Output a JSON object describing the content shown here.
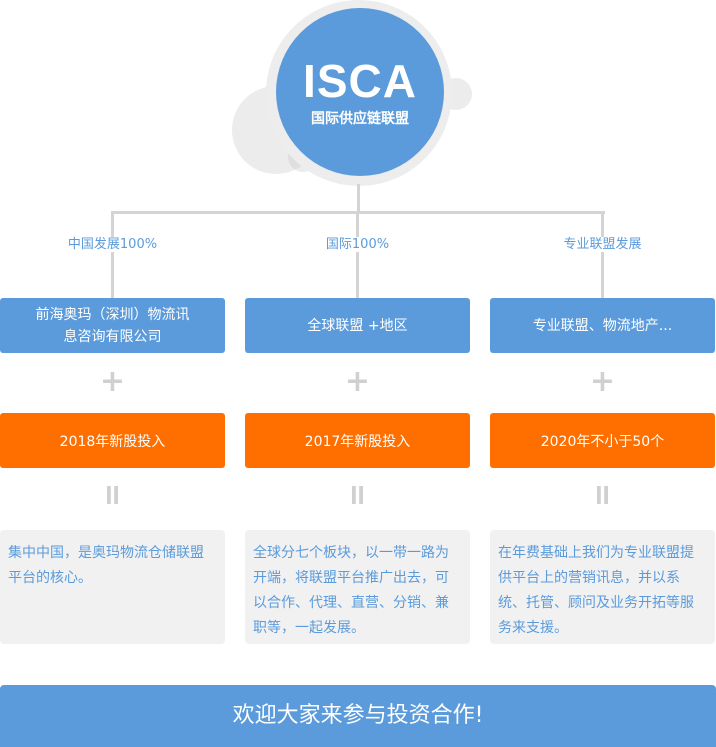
{
  "logo": {
    "name": "ISCA",
    "subtitle": "国际供应链联盟"
  },
  "columns": [
    {
      "branch": "中国发展100%",
      "entity": "前海奥玛（深圳）物流讯息咨询有限公司",
      "plus": "+",
      "investment": "2018年新股投入",
      "equals": "II",
      "description": "集中中国，是奥玛物流仓储联盟平台的核心。"
    },
    {
      "branch": "国际100%",
      "entity": "全球联盟 +地区",
      "plus": "+",
      "investment": "2017年新股投入",
      "equals": "II",
      "description": "全球分七个板块，以一带一路为开端，将联盟平台推广出去，可以合作、代理、直营、分销、兼职等，一起发展。"
    },
    {
      "branch": "专业联盟发展",
      "entity": "专业联盟、物流地产...",
      "plus": "+",
      "investment": "2020年不小于50个",
      "equals": "II",
      "description": "在年费基础上我们为专业联盟提供平台上的营销讯息，并以系统、托管、顾问及业务开拓等服务来支援。"
    }
  ],
  "cta": "欢迎大家来参与投资合作!",
  "colors": {
    "blue": "#5b9bdb",
    "orange": "#ff6f00",
    "gray": "#f1f1f1"
  }
}
